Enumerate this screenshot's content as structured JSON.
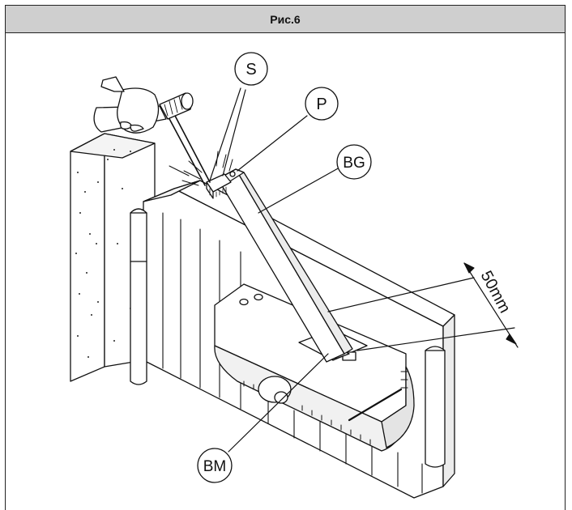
{
  "figure": {
    "title": "Рис.6",
    "labels": {
      "s": "S",
      "p": "P",
      "bg": "BG",
      "bm": "BM"
    },
    "dimension": "50mm"
  },
  "colors": {
    "header_bg": "#cfcfcf",
    "line": "#111111",
    "fill": "#ffffff",
    "shade": "#e8e8e8"
  }
}
